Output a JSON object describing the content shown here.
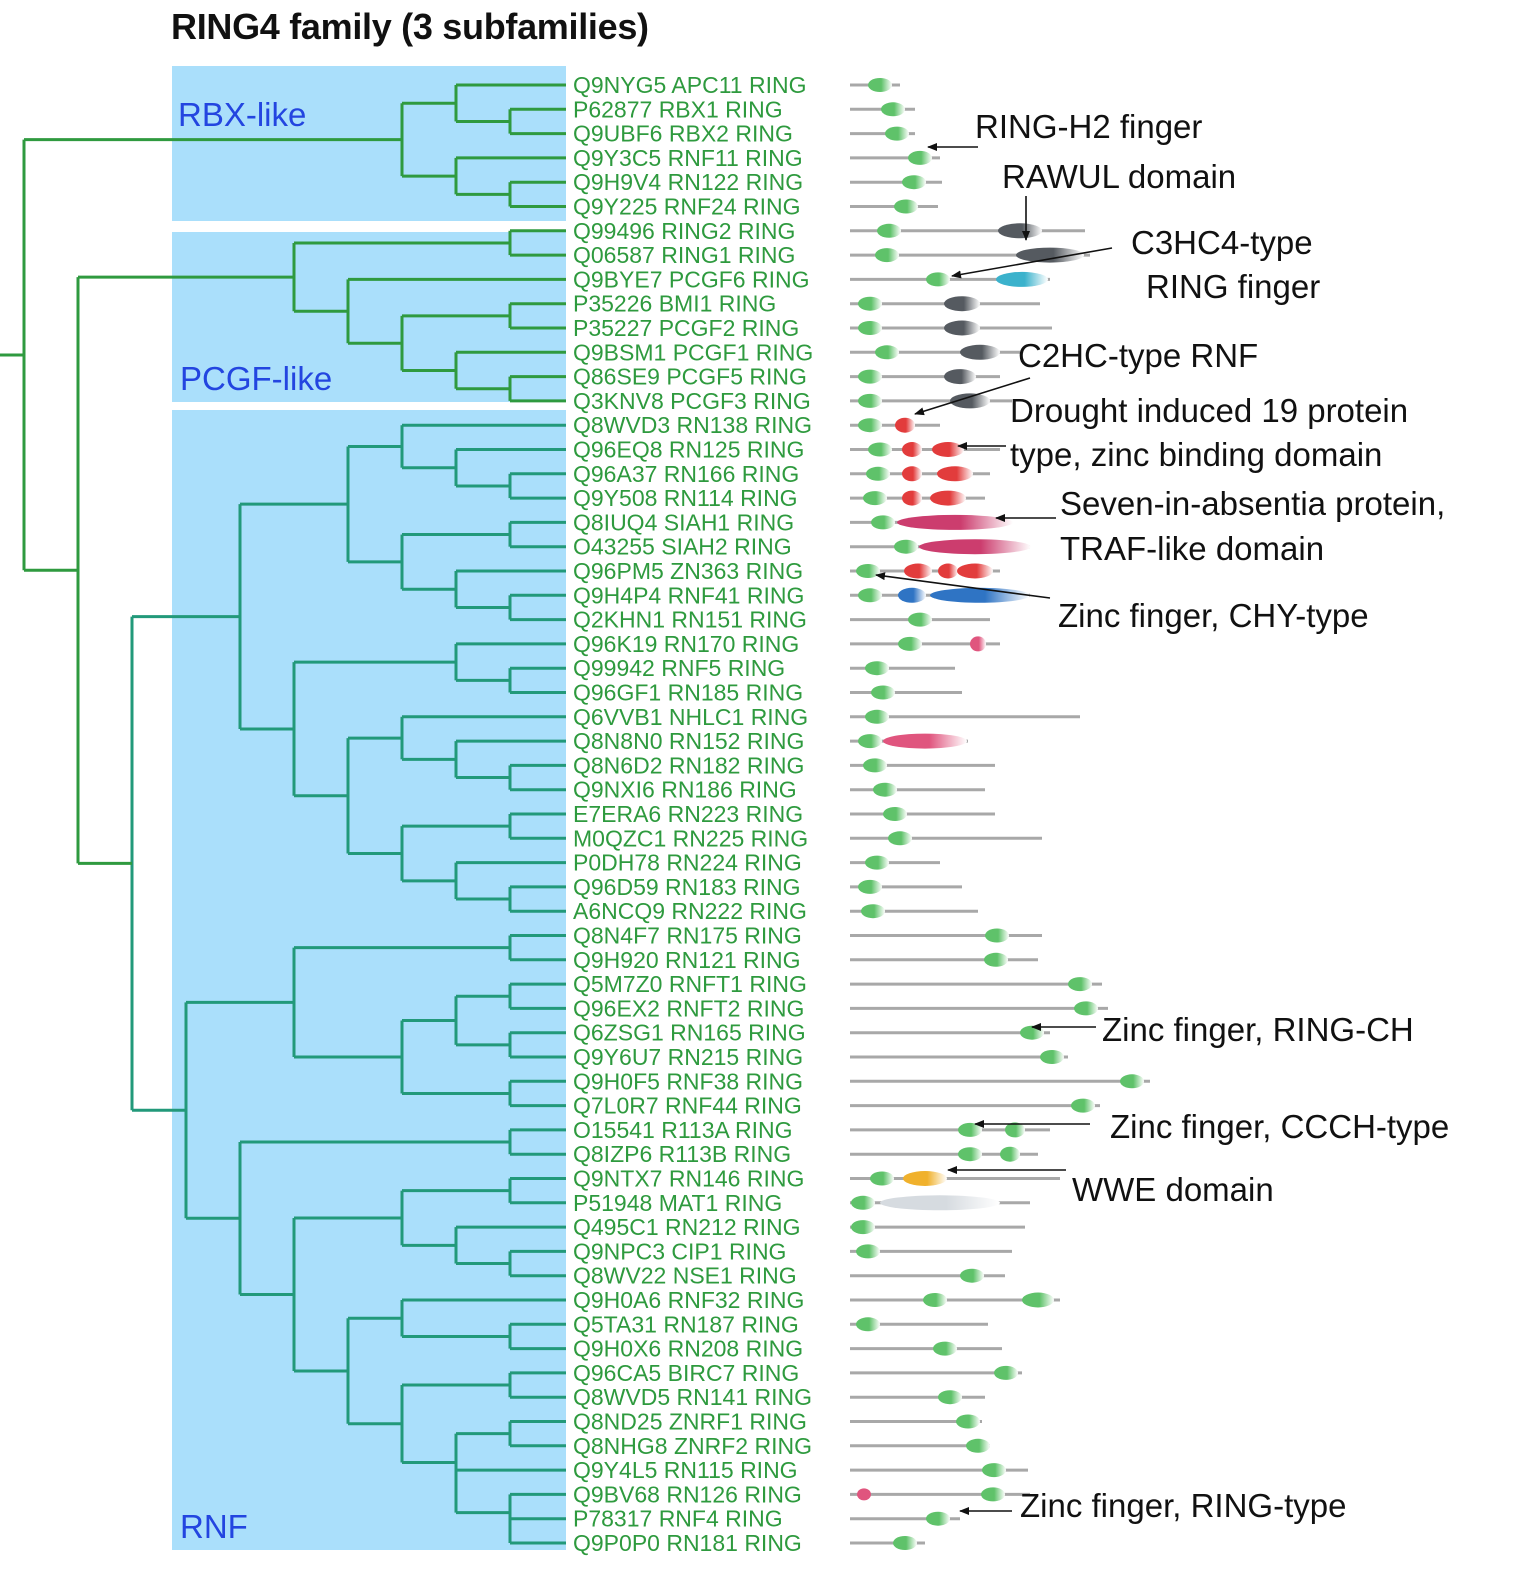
{
  "title": "RING4 family (3 subfamilies)",
  "clades": [
    {
      "label": "RBX-like",
      "from": 0,
      "to": 5
    },
    {
      "label": "PCGF-like",
      "from": 6,
      "to": 13
    },
    {
      "label": "RNF",
      "from": 14,
      "to": 60
    }
  ],
  "leaves": [
    "Q9NYG5 APC11 RING",
    "P62877 RBX1 RING",
    "Q9UBF6 RBX2 RING",
    "Q9Y3C5 RNF11 RING",
    "Q9H9V4 RN122 RING",
    "Q9Y225 RNF24 RING",
    "Q99496 RING2 RING",
    "Q06587 RING1 RING",
    "Q9BYE7 PCGF6 RING",
    "P35226 BMI1 RING",
    "P35227 PCGF2 RING",
    "Q9BSM1 PCGF1 RING",
    "Q86SE9 PCGF5 RING",
    "Q3KNV8 PCGF3 RING",
    "Q8WVD3 RN138 RING",
    "Q96EQ8 RN125 RING",
    "Q96A37 RN166 RING",
    "Q9Y508 RN114 RING",
    "Q8IUQ4 SIAH1 RING",
    "O43255 SIAH2 RING",
    "Q96PM5 ZN363 RING",
    "Q9H4P4 RNF41 RING",
    "Q2KHN1 RN151 RING",
    "Q96K19 RN170 RING",
    "Q99942 RNF5 RING",
    "Q96GF1 RN185 RING",
    "Q6VVB1 NHLC1 RING",
    "Q8N8N0 RN152 RING",
    "Q8N6D2 RN182 RING",
    "Q9NXI6 RN186 RING",
    "E7ERA6 RN223 RING",
    "M0QZC1 RN225 RING",
    "P0DH78 RN224 RING",
    "Q96D59 RN183 RING",
    "A6NCQ9 RN222 RING",
    "Q8N4F7 RN175 RING",
    "Q9H920 RN121 RING",
    "Q5M7Z0 RNFT1 RING",
    "Q96EX2 RNFT2 RING",
    "Q6ZSG1 RN165 RING",
    "Q9Y6U7 RN215 RING",
    "Q9H0F5 RNF38 RING",
    "Q7L0R7 RNF44 RING",
    "O15541 R113A RING",
    "Q8IZP6 R113B RING",
    "Q9NTX7 RN146 RING",
    "P51948 MAT1 RING",
    "Q495C1 RN212 RING",
    "Q9NPC3 CIP1 RING",
    "Q8WV22 NSE1 RING",
    "Q9H0A6 RNF32 RING",
    "Q5TA31 RN187 RING",
    "Q9H0X6 RN208 RING",
    "Q96CA5 BIRC7 RING",
    "Q8WVD5 RN141 RING",
    "Q8ND25 ZNRF1 RING",
    "Q8NHG8 ZNRF2 RING",
    "Q9Y4L5 RN115 RING",
    "Q9BV68 RN126 RING",
    "P78317 RNF4 RING",
    "Q9P0P0 RN181 RING"
  ],
  "annotations": [
    {
      "lines": [
        "RING-H2 finger"
      ],
      "target_leaf": 3
    },
    {
      "lines": [
        "RAWUL domain"
      ],
      "target_leaf": 6
    },
    {
      "lines": [
        "C3HC4-type",
        "RING finger"
      ],
      "target_leaf": 8
    },
    {
      "lines": [
        "C2HC-type RNF"
      ],
      "target_leaf": 14
    },
    {
      "lines": [
        "Drought induced 19 protein",
        "type, zinc binding domain"
      ],
      "target_leaf": 15
    },
    {
      "lines": [
        "Seven-in-absentia protein,",
        "TRAF-like domain"
      ],
      "target_leaf": 18
    },
    {
      "lines": [
        "Zinc finger, CHY-type"
      ],
      "target_leaf": 20
    },
    {
      "lines": [
        "Zinc finger, RING-CH"
      ],
      "target_leaf": 39
    },
    {
      "lines": [
        "Zinc finger, CCCH-type"
      ],
      "target_leaf": 43
    },
    {
      "lines": [
        "WWE domain"
      ],
      "target_leaf": 45
    },
    {
      "lines": [
        "Zinc finger, RING-type"
      ],
      "target_leaf": 59
    }
  ],
  "colors": {
    "tree_rbx": "#2f9a3f",
    "tree_rnf": "#22997a",
    "clade_background": "#aadffb",
    "leaf_label": "#2e9a3e",
    "clade_label": "#2345e0",
    "ring_domain": "#5fc26a",
    "rawul_domain": "#555a60",
    "pcgf6_domain": "#3bb2cc",
    "drought_domain": "#e23c3c",
    "siah_domain": "#cc3d6e",
    "chy_domain": "#2f74c4",
    "rn152_domain": "#e0557e",
    "wwe_domain": "#f0b12c",
    "mat1_domain": "#d6dbe0"
  }
}
